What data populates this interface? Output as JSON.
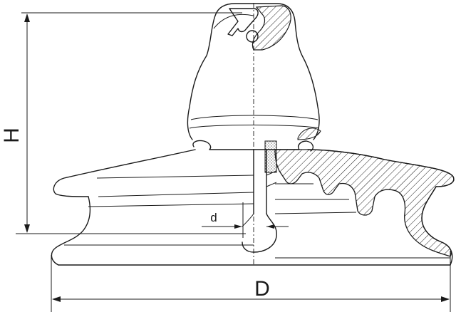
{
  "drawing": {
    "labels": {
      "height": "H",
      "diameter": "D",
      "spacing": "d"
    },
    "colors": {
      "line": "#1a1a1a",
      "background": "#ffffff"
    }
  }
}
